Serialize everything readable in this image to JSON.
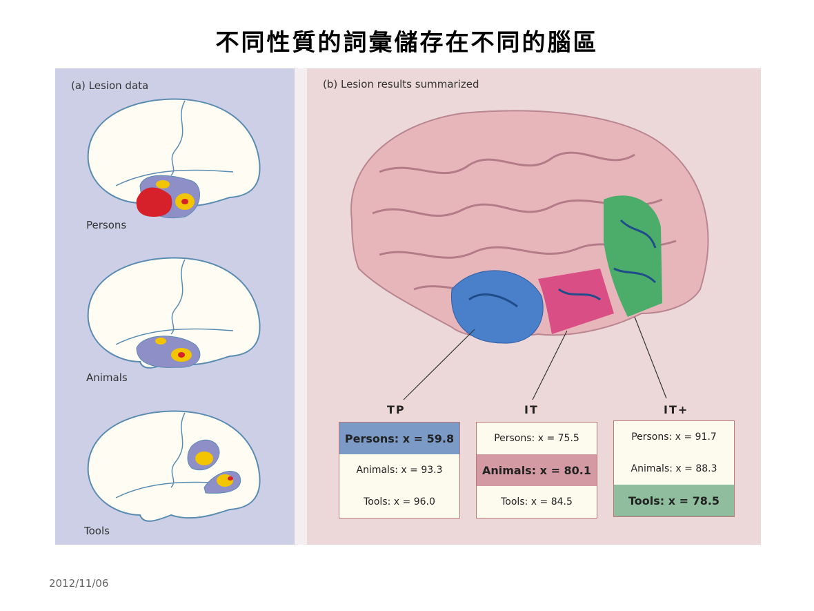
{
  "title": "不同性質的詞彙儲存在不同的腦區",
  "panel_a": {
    "label": "(a) Lesion data",
    "categories": [
      "Persons",
      "Animals",
      "Tools"
    ]
  },
  "panel_b": {
    "label": "(b) Lesion results summarized",
    "regions": [
      {
        "name": "TP",
        "rows": [
          "Persons: x = 59.8",
          "Animals: x = 93.3",
          "Tools: x = 96.0"
        ],
        "highlight": 0,
        "color": "#7b9bc6"
      },
      {
        "name": "IT",
        "rows": [
          "Persons: x = 75.5",
          "Animals: x = 80.1",
          "Tools: x = 84.5"
        ],
        "highlight": 1,
        "color": "#d49aa3"
      },
      {
        "name": "IT+",
        "rows": [
          "Persons: x = 91.7",
          "Animals: x = 88.3",
          "Tools: x = 78.5"
        ],
        "highlight": 2,
        "color": "#8fbd9e"
      }
    ]
  },
  "date": "2012/11/06"
}
